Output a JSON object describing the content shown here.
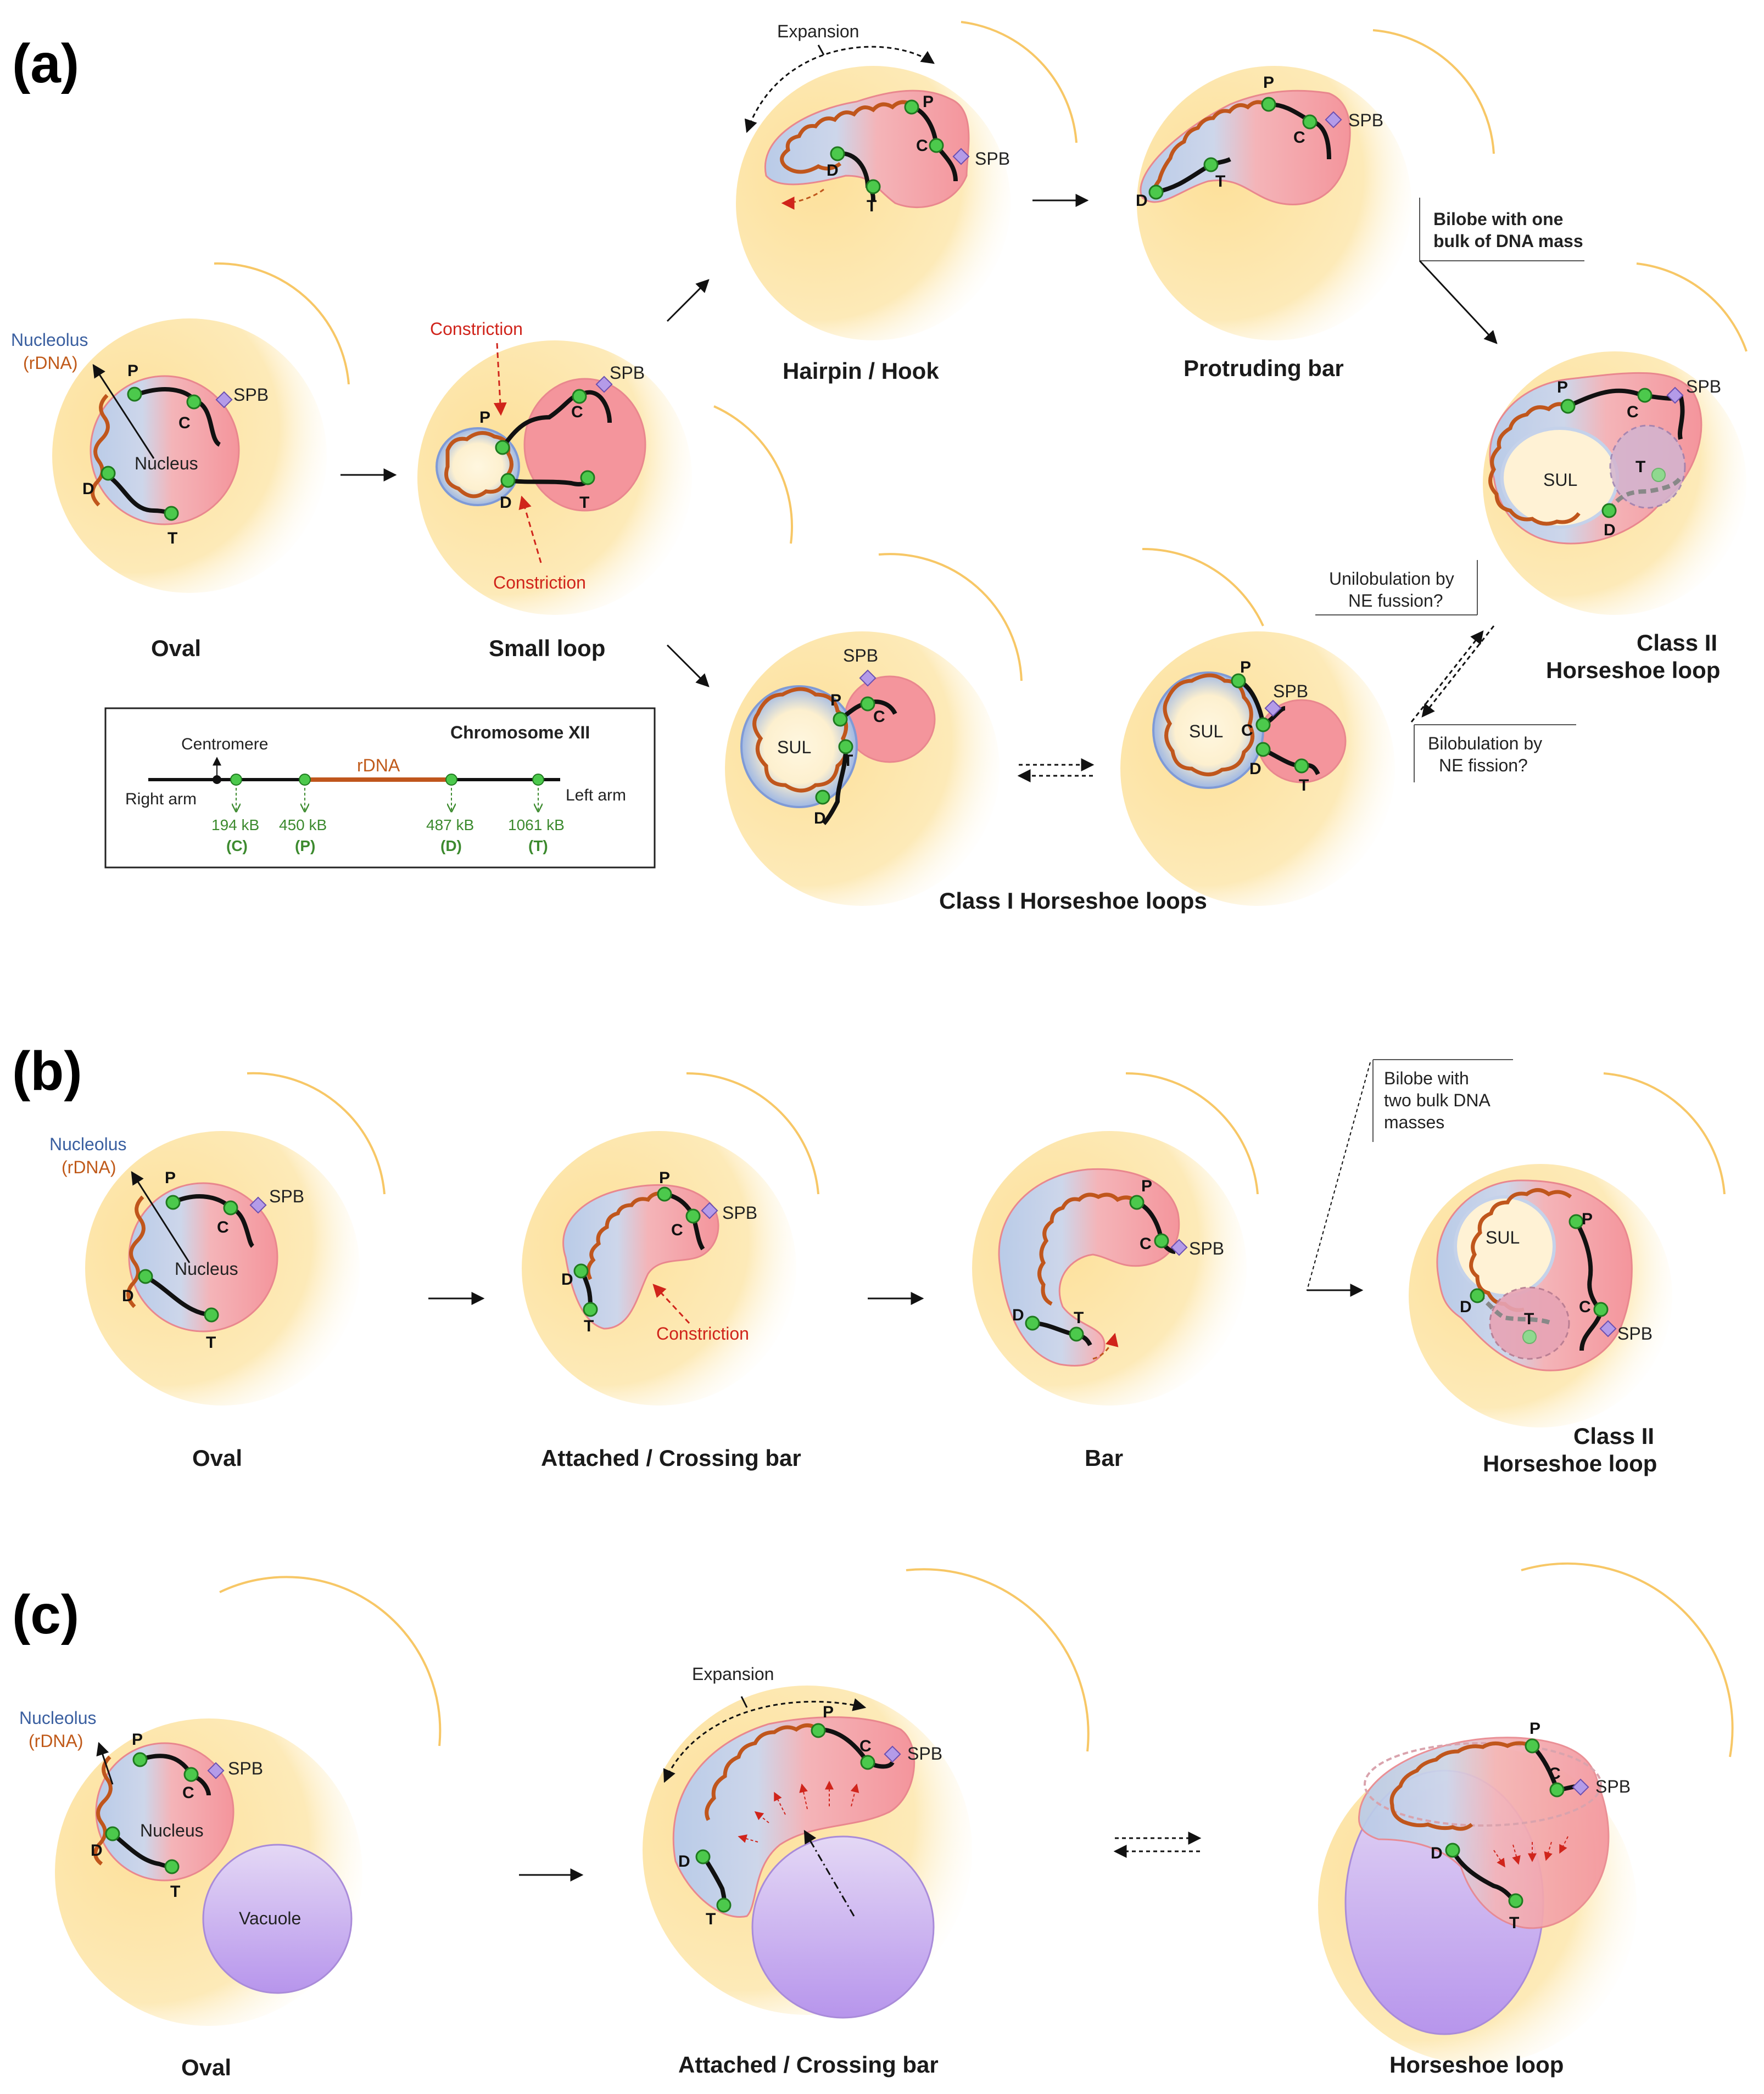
{
  "panels": {
    "a": "(a)",
    "b": "(b)",
    "c": "(c)"
  },
  "labels": {
    "nucleolus": "Nucleolus",
    "rdna_paren": "(rDNA)",
    "nucleus": "Nucleus",
    "vacuole": "Vacuole",
    "spb": "SPB",
    "sul": "SUL",
    "constriction": "Constriction",
    "expansion": "Expansion",
    "P": "P",
    "C": "C",
    "D": "D",
    "T": "T"
  },
  "panel_a": {
    "stages": {
      "oval": "Oval",
      "small_loop": "Small loop",
      "hairpin": "Hairpin / Hook",
      "protruding": "Protruding bar",
      "class2_line1": "Class II",
      "class2_line2": "Horseshoe loop",
      "class1": "Class I Horseshoe loops"
    },
    "annotations": {
      "bilobe_one_1": "Bilobe with one",
      "bilobe_one_2": "bulk of DNA mass",
      "unilob_1": "Unilobulation by",
      "unilob_2": "NE fussion?",
      "bilob_1": "Bilobulation by",
      "bilob_2": "NE fission?"
    },
    "chromosome": {
      "title": "Chromosome XII",
      "centromere": "Centromere",
      "rdna": "rDNA",
      "right_arm": "Right arm",
      "left_arm": "Left arm",
      "markers": [
        {
          "kb": "194 kB",
          "id": "(C)"
        },
        {
          "kb": "450 kB",
          "id": "(P)"
        },
        {
          "kb": "487 kB",
          "id": "(D)"
        },
        {
          "kb": "1061 kB",
          "id": "(T)"
        }
      ]
    }
  },
  "panel_b": {
    "stages": {
      "oval": "Oval",
      "attached": "Attached / Crossing bar",
      "bar": "Bar",
      "class2_line1": "Class II",
      "class2_line2": "Horseshoe loop"
    },
    "annotations": {
      "bilobe_two_1": "Bilobe with",
      "bilobe_two_2": "two bulk DNA",
      "bilobe_two_3": "masses"
    }
  },
  "panel_c": {
    "stages": {
      "oval": "Oval",
      "attached": "Attached / Crossing bar",
      "horseshoe": "Horseshoe loop"
    }
  },
  "colors": {
    "cell": "#fde09a",
    "nucleus": "#f4a0a6",
    "nucleolus": "#b9cbe8",
    "rdna": "#c0561c",
    "locus": "#4cc94c",
    "spb": "#b49be8",
    "vacuole": "#c9b2f0",
    "constriction": "#d0241b"
  }
}
